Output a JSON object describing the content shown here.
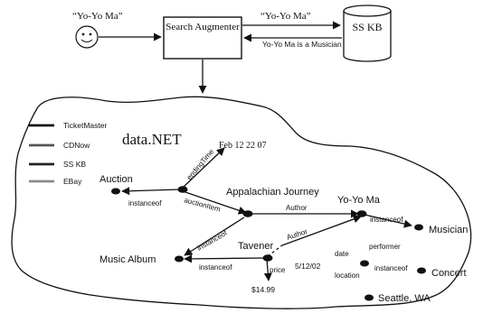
{
  "query": {
    "user_query": "“Yo-Yo Ma”",
    "forwarded_query": "“Yo-Yo Ma”",
    "search_augmenter": "Search Augmenter",
    "kb_label": "SS KB",
    "kb_answer": "Yo-Yo Ma is a Musician"
  },
  "legend": [
    {
      "label": "TicketMaster",
      "color": "#111111"
    },
    {
      "label": "CDNow",
      "color": "#555555"
    },
    {
      "label": "SS KB",
      "color": "#222222"
    },
    {
      "label": "EBay",
      "color": "#8a8a8a"
    }
  ],
  "cloud": {
    "title": "data.NET",
    "nodes": {
      "auction": "Auction",
      "feb_date": "Feb 12 22 07",
      "appalachian": "Appalachian Journey",
      "yoyoma": "Yo-Yo Ma",
      "musician": "Musician",
      "music_album": "Music Album",
      "tavener": "Tavener",
      "date_5_12": "5/12/02",
      "price_value": "$14.99",
      "concert": "Concert",
      "seattle": "Seattle, WA"
    },
    "edges": {
      "instanceof_auction": "instanceof",
      "ending_time": "endingTime",
      "auction_item": "auctionItem",
      "author_1": "Author",
      "instanceof_yoyoma": "instanceof",
      "instanceof_diag": "instanceof",
      "author_2": "Author",
      "instanceof_album": "instanceof",
      "price": "price",
      "date": "date",
      "performer": "performer",
      "location": "location",
      "instanceof_concert": "instanceof"
    }
  }
}
